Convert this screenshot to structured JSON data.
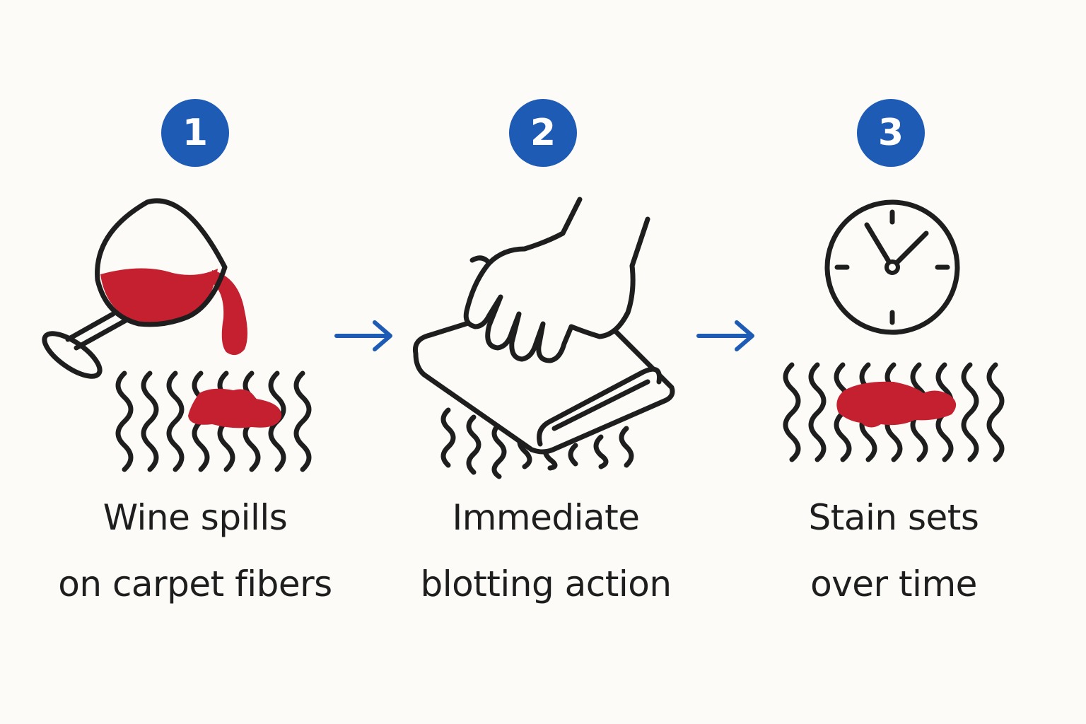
{
  "colors": {
    "badge": "#1d5bb5",
    "arrow": "#1d5bb5",
    "wine": "#c4202f",
    "ink": "#1e1e1e",
    "background": "#fcfbf7"
  },
  "steps": [
    {
      "number": "1",
      "icon": "wine-glass-icon",
      "caption_line1": "Wine spills",
      "caption_line2": "on carpet fibers"
    },
    {
      "number": "2",
      "icon": "hand-blotting-towel-icon",
      "caption_line1": "Immediate",
      "caption_line2": "blotting action"
    },
    {
      "number": "3",
      "icon": "clock-icon",
      "caption_line1": "Stain sets",
      "caption_line2": "over time"
    }
  ]
}
